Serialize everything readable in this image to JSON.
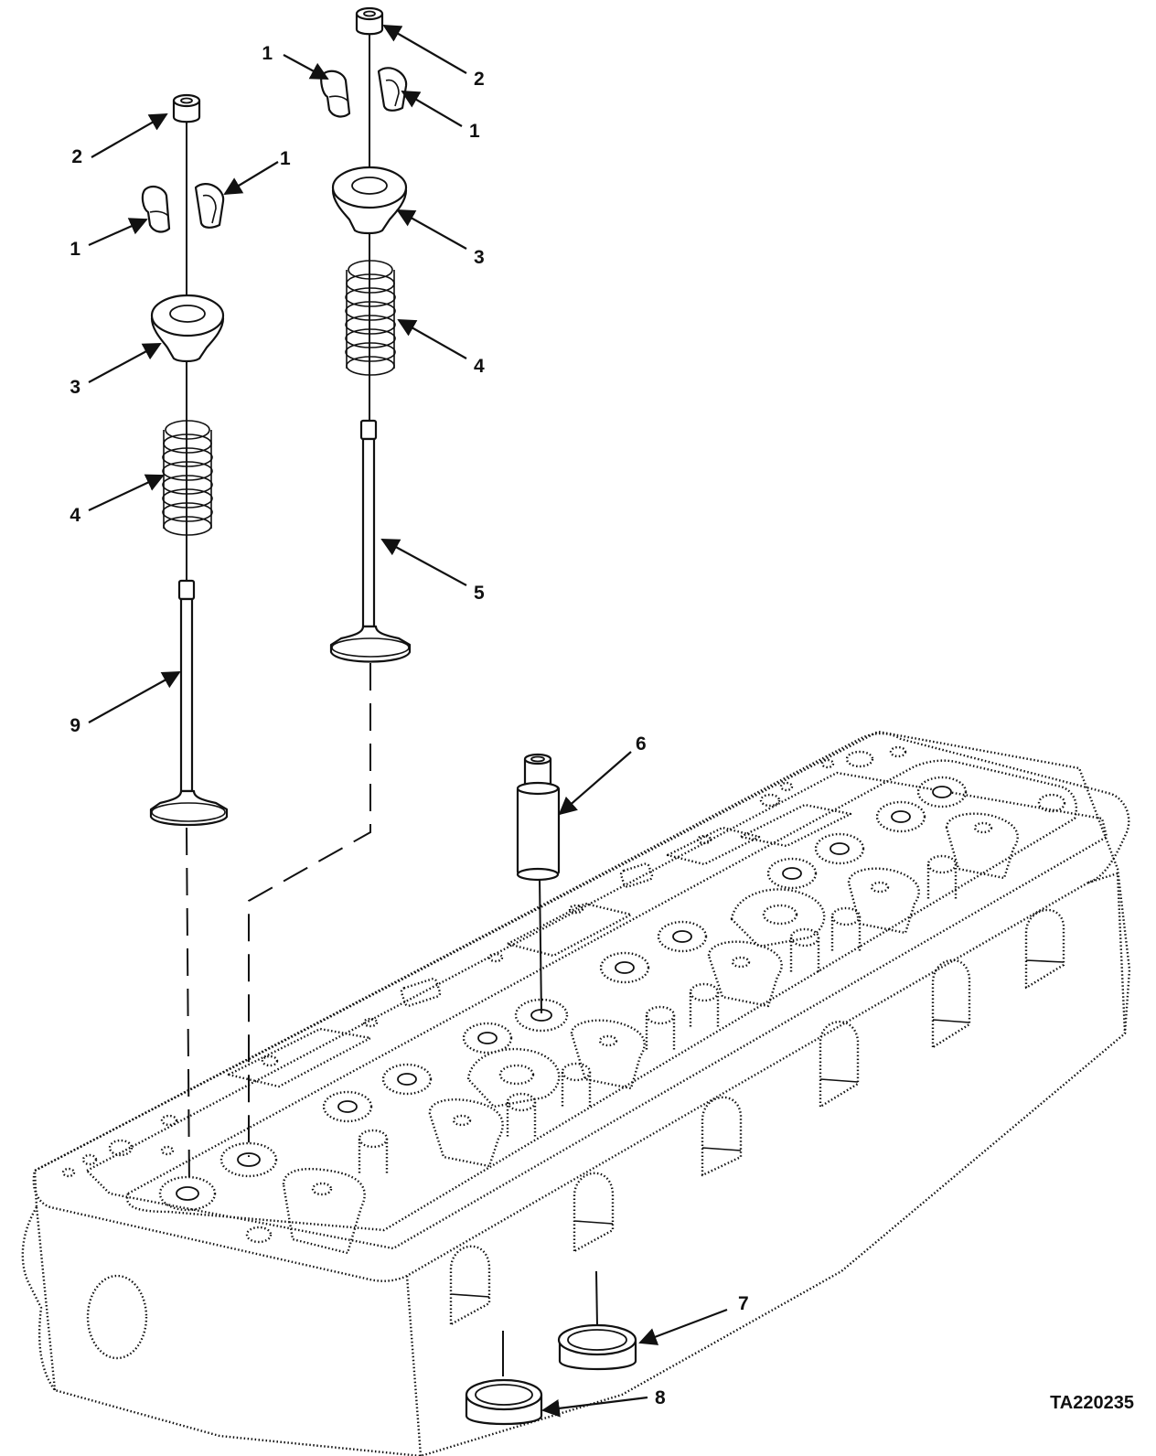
{
  "figure_id": "TA220235",
  "callouts": [
    {
      "label": "1"
    },
    {
      "label": "1"
    },
    {
      "label": "1"
    },
    {
      "label": "1"
    },
    {
      "label": "2"
    },
    {
      "label": "2"
    },
    {
      "label": "3"
    },
    {
      "label": "3"
    },
    {
      "label": "4"
    },
    {
      "label": "4"
    },
    {
      "label": "5"
    },
    {
      "label": "6"
    },
    {
      "label": "7"
    },
    {
      "label": "8"
    },
    {
      "label": "9"
    }
  ],
  "colors": {
    "ink": "#111111",
    "paper": "#ffffff"
  }
}
